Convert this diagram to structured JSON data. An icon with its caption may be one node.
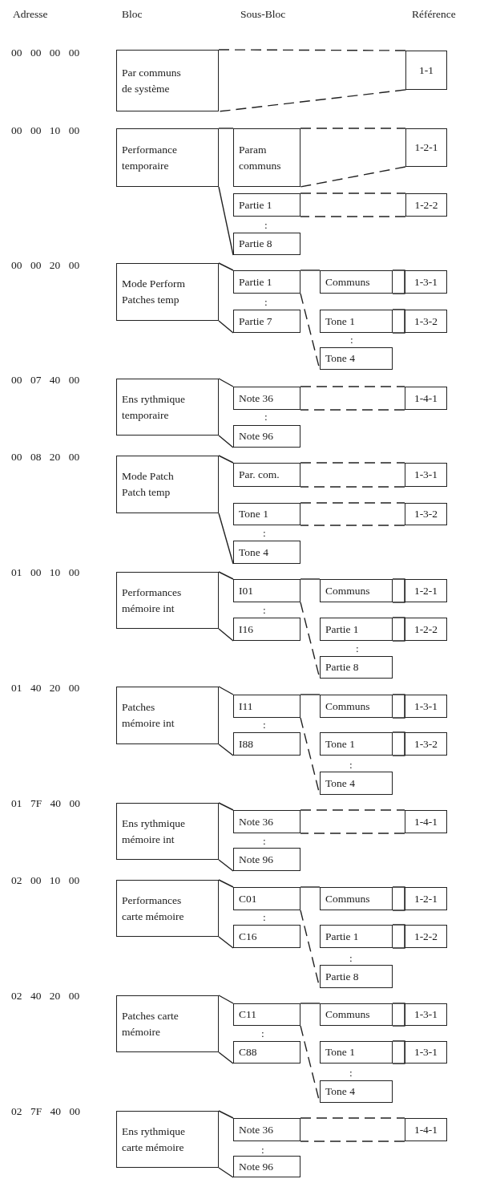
{
  "diagram": {
    "nodes": [
      {
        "text": [
          "Par communs de système"
        ]
      },
      {
        "text": [
          "1-1"
        ]
      },
      {
        "text": [
          "Performance temporaire"
        ]
      },
      {
        "text": [
          "Param communs"
        ]
      },
      {
        "text": [
          "1-2-1"
        ]
      },
      {
        "text": [
          "Partie 1"
        ]
      },
      {
        "text": [
          "1-2-2"
        ]
      },
      {
        "text": [
          "Partie 8"
        ]
      },
      {
        "text": [
          "Mode Perform Patches temp"
        ]
      },
      {
        "text": [
          "Partie 1"
        ]
      },
      {
        "text": [
          "Communs"
        ]
      },
      {
        "text": [
          "1-3-1"
        ]
      },
      {
        "text": [
          "Partie 7"
        ]
      },
      {
        "text": [
          "Tone 1"
        ]
      },
      {
        "text": [
          "1-3-2"
        ]
      },
      {
        "text": [
          "Tone 4"
        ]
      },
      {
        "text": [
          "Ens rythmique temporaire"
        ]
      },
      {
        "text": [
          "Note 36"
        ]
      },
      {
        "text": [
          "1-4-1"
        ]
      },
      {
        "text": [
          "Note 96"
        ]
      },
      {
        "text": [
          "Mode Patch Patch temp"
        ]
      },
      {
        "text": [
          "Par. com."
        ]
      },
      {
        "text": [
          "1-3-1"
        ]
      },
      {
        "text": [
          "Tone 1"
        ]
      },
      {
        "text": [
          "1-3-2"
        ]
      },
      {
        "text": [
          "Tone 4"
        ]
      },
      {
        "text": [
          "Performances mémoire int"
        ]
      },
      {
        "text": [
          "I01"
        ]
      },
      {
        "text": [
          "Communs"
        ]
      },
      {
        "text": [
          "1-2-1"
        ]
      },
      {
        "text": [
          "I16"
        ]
      },
      {
        "text": [
          "Partie 1"
        ]
      },
      {
        "text": [
          "1-2-2"
        ]
      },
      {
        "text": [
          "Partie 8"
        ]
      },
      {
        "text": [
          "Patches mémoire int"
        ]
      },
      {
        "text": [
          "I11"
        ]
      },
      {
        "text": [
          "Communs"
        ]
      },
      {
        "text": [
          "1-3-1"
        ]
      },
      {
        "text": [
          "I88"
        ]
      },
      {
        "text": [
          "Tone 1"
        ]
      },
      {
        "text": [
          "1-3-2"
        ]
      },
      {
        "text": [
          "Tone 4"
        ]
      },
      {
        "text": [
          "Ens rythmique mémoire int"
        ]
      },
      {
        "text": [
          "Note 36"
        ]
      },
      {
        "text": [
          "1-4-1"
        ]
      },
      {
        "text": [
          "Note 96"
        ]
      },
      {
        "text": [
          "Performances carte mémoire"
        ]
      },
      {
        "text": [
          "C01"
        ]
      },
      {
        "text": [
          "Communs"
        ]
      },
      {
        "text": [
          "1-2-1"
        ]
      },
      {
        "text": [
          "C16"
        ]
      },
      {
        "text": [
          "Partie 1"
        ]
      },
      {
        "text": [
          "1-2-2"
        ]
      },
      {
        "text": [
          "Partie 8"
        ]
      },
      {
        "text": [
          "Patches carte mémoire"
        ]
      },
      {
        "text": [
          "C11"
        ]
      },
      {
        "text": [
          "Communs"
        ]
      },
      {
        "text": [
          "1-3-1"
        ]
      },
      {
        "text": [
          "C88"
        ]
      },
      {
        "text": [
          "Tone 1"
        ]
      },
      {
        "text": [
          "1-3-1"
        ]
      },
      {
        "text": [
          "Tone 4"
        ]
      },
      {
        "text": [
          "Ens rythmique carte mémoire"
        ]
      },
      {
        "text": [
          "Note 36"
        ]
      },
      {
        "text": [
          "1-4-1"
        ]
      },
      {
        "text": [
          "Note 96"
        ]
      }
    ],
    "edges": [
      {
        "from": 0,
        "to": 1,
        "arrow": "none",
        "style": "dashed"
      },
      {
        "from": 2,
        "to": 3,
        "arrow": "none"
      },
      {
        "from": 2,
        "to": 7,
        "arrow": "none"
      },
      {
        "from": 3,
        "to": 4,
        "arrow": "none",
        "style": "dashed"
      },
      {
        "from": 5,
        "to": 6,
        "arrow": "none",
        "style": "dashed"
      },
      {
        "from": 8,
        "to": 9,
        "arrow": "none"
      },
      {
        "from": 8,
        "to": 12,
        "arrow": "none"
      },
      {
        "from": 9,
        "to": 10,
        "arrow": "none"
      },
      {
        "from": 9,
        "to": 15,
        "arrow": "none",
        "style": "dashed"
      },
      {
        "from": 10,
        "to": 11,
        "arrow": "none"
      },
      {
        "from": 13,
        "to": 14,
        "arrow": "none"
      },
      {
        "from": 16,
        "to": 17,
        "arrow": "none"
      },
      {
        "from": 16,
        "to": 19,
        "arrow": "none"
      },
      {
        "from": 17,
        "to": 18,
        "arrow": "none",
        "style": "dashed"
      },
      {
        "from": 20,
        "to": 21,
        "arrow": "none"
      },
      {
        "from": 20,
        "to": 25,
        "arrow": "none"
      },
      {
        "from": 21,
        "to": 22,
        "arrow": "none",
        "style": "dashed"
      },
      {
        "from": 23,
        "to": 24,
        "arrow": "none",
        "style": "dashed"
      },
      {
        "from": 26,
        "to": 27,
        "arrow": "none"
      },
      {
        "from": 26,
        "to": 30,
        "arrow": "none"
      },
      {
        "from": 27,
        "to": 28,
        "arrow": "none"
      },
      {
        "from": 27,
        "to": 33,
        "arrow": "none",
        "style": "dashed"
      },
      {
        "from": 28,
        "to": 29,
        "arrow": "none"
      },
      {
        "from": 31,
        "to": 32,
        "arrow": "none"
      },
      {
        "from": 34,
        "to": 35,
        "arrow": "none"
      },
      {
        "from": 34,
        "to": 38,
        "arrow": "none"
      },
      {
        "from": 35,
        "to": 36,
        "arrow": "none"
      },
      {
        "from": 35,
        "to": 41,
        "arrow": "none",
        "style": "dashed"
      },
      {
        "from": 36,
        "to": 37,
        "arrow": "none"
      },
      {
        "from": 39,
        "to": 40,
        "arrow": "none"
      },
      {
        "from": 42,
        "to": 43,
        "arrow": "none"
      },
      {
        "from": 42,
        "to": 45,
        "arrow": "none"
      },
      {
        "from": 43,
        "to": 44,
        "arrow": "none",
        "style": "dashed"
      },
      {
        "from": 46,
        "to": 47,
        "arrow": "none"
      },
      {
        "from": 46,
        "to": 50,
        "arrow": "none"
      },
      {
        "from": 47,
        "to": 48,
        "arrow": "none"
      },
      {
        "from": 47,
        "to": 53,
        "arrow": "none",
        "style": "dashed"
      },
      {
        "from": 48,
        "to": 49,
        "arrow": "none"
      },
      {
        "from": 51,
        "to": 52,
        "arrow": "none"
      },
      {
        "from": 54,
        "to": 55,
        "arrow": "none"
      },
      {
        "from": 54,
        "to": 58,
        "arrow": "none"
      },
      {
        "from": 55,
        "to": 56,
        "arrow": "none"
      },
      {
        "from": 55,
        "to": 61,
        "arrow": "none",
        "style": "dashed"
      },
      {
        "from": 56,
        "to": 57,
        "arrow": "none"
      },
      {
        "from": 59,
        "to": 60,
        "arrow": "none"
      },
      {
        "from": 62,
        "to": 63,
        "arrow": "none"
      },
      {
        "from": 62,
        "to": 65,
        "arrow": "none"
      },
      {
        "from": 63,
        "to": 64,
        "arrow": "none",
        "style": "dashed"
      }
    ],
    "labels": [
      "Adresse",
      "Bloc",
      "Sous-Bloc",
      "Référence",
      "00 00 00 00",
      "00 00 10 00",
      ":",
      "00 00 20 00",
      ":",
      ":",
      "00 07 40 00",
      ":",
      "00 08 20 00",
      ":",
      "01 00 10 00",
      ":",
      ":",
      "01 40 20 00",
      ":",
      ":",
      "01 7F 40 00",
      ":",
      "02 00 10 00",
      ":",
      ":",
      "02 40 20 00",
      ":",
      ":",
      "02 7F 40 00",
      ":"
    ]
  }
}
